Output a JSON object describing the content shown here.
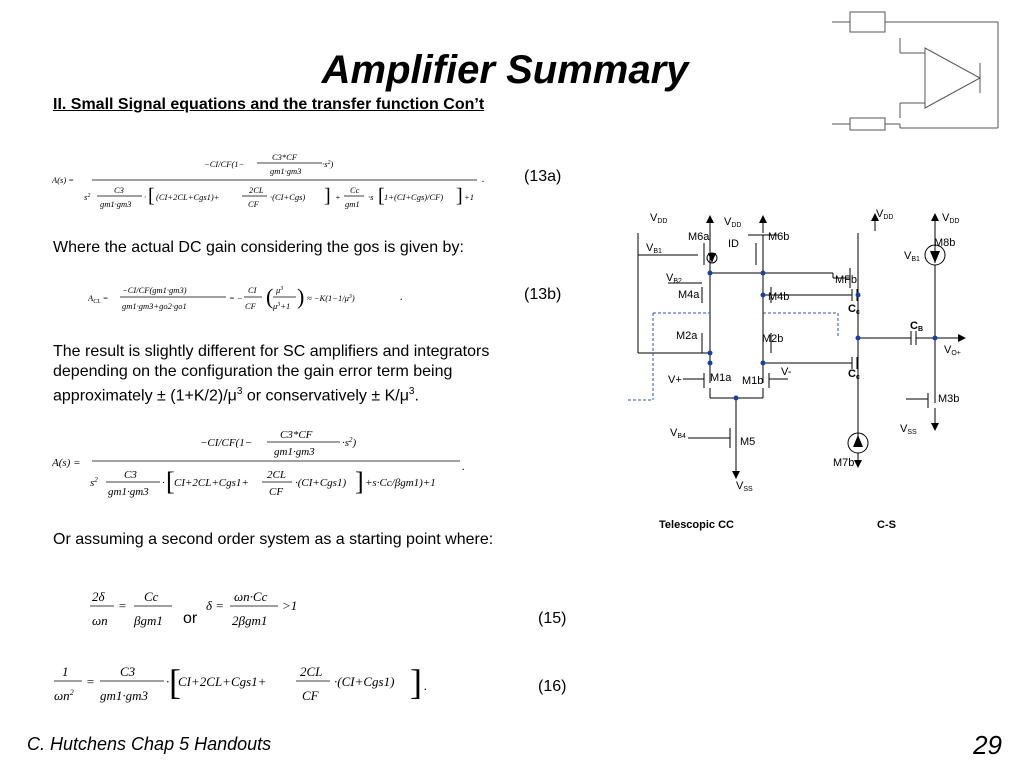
{
  "slide": {
    "title": "Amplifier Summary",
    "subtitle": "II. Small Signal equations and the transfer function Con’t",
    "para_dc_gain": "Where the actual DC gain considering the gos is given by:",
    "para_result_line1": "The result is slightly different for SC amplifiers and integrators",
    "para_result_line2": "depending on the configuration the gain error term being",
    "para_result_line3_a": "approximately ± (1+K/2)/μ",
    "para_result_line3_sup1": "3",
    "para_result_line3_b": " or conservatively ± K/μ",
    "para_result_line3_sup2": "3",
    "para_result_line3_c": ".",
    "para_second_order": "Or assuming a second order system as a starting point where:",
    "or_word": "or"
  },
  "equations": {
    "eq13a_label": "(13a)",
    "eq13b_label": "(13b)",
    "eq15_label": "(15)",
    "eq16_label": "(16)"
  },
  "footer": {
    "author": "C. Hutchens Chap 5 Handouts",
    "page": "29"
  },
  "circuit": {
    "caption_left": "Telescopic CC",
    "caption_right": "C-S"
  }
}
